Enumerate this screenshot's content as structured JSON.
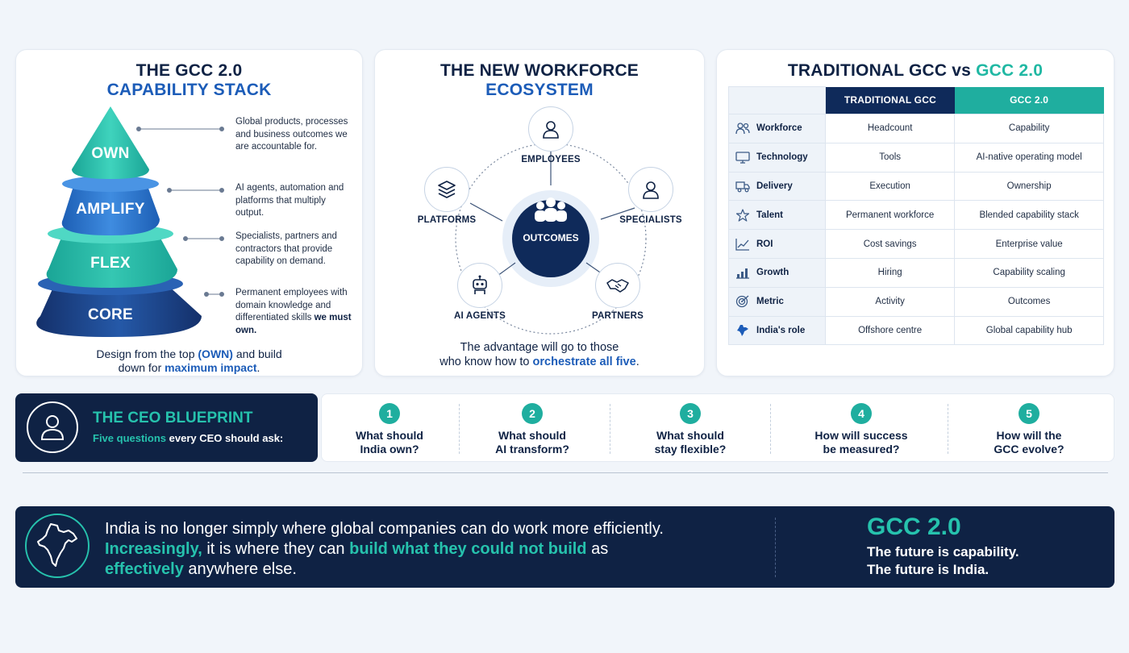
{
  "stack": {
    "title_line1": "THE GCC 2.0",
    "title_line2": "CAPABILITY STACK",
    "layers": [
      {
        "label": "OWN",
        "desc": "Global products, processes and business outcomes we are accountable for.",
        "desc_bold": ""
      },
      {
        "label": "AMPLIFY",
        "desc": "AI agents, automation and platforms that multiply output.",
        "desc_bold": ""
      },
      {
        "label": "FLEX",
        "desc": "Specialists, partners and contractors that provide capability on demand.",
        "desc_bold": ""
      },
      {
        "label": "CORE",
        "desc": "Permanent employees with domain knowledge and differentiated skills",
        "desc_bold": "we must own."
      }
    ],
    "footer_a": "Design from the top ",
    "footer_hl1": "(OWN)",
    "footer_b": " and build",
    "footer_c": "down for ",
    "footer_hl2": "maximum impact",
    "footer_d": "."
  },
  "ecosystem": {
    "title_line1": "THE NEW WORKFORCE",
    "title_line2": "ECOSYSTEM",
    "center": "OUTCOMES",
    "nodes": {
      "employees": "EMPLOYEES",
      "specialists": "SPECIALISTS",
      "partners": "PARTNERS",
      "ai_agents": "AI AGENTS",
      "platforms": "PLATFORMS"
    },
    "footer_line1": "The advantage will go to those",
    "footer_a": "who know how to ",
    "footer_hl": "orchestrate all five",
    "footer_b": "."
  },
  "comparison": {
    "title_a": "TRADITIONAL GCC vs ",
    "title_b": "GCC 2.0",
    "col_traditional": "TRADITIONAL GCC",
    "col_gcc": "GCC 2.0",
    "rows": [
      {
        "label": "Workforce",
        "icon": "people-icon",
        "traditional": "Headcount",
        "gcc": "Capability"
      },
      {
        "label": "Technology",
        "icon": "monitor-icon",
        "traditional": "Tools",
        "gcc": "AI-native operating model"
      },
      {
        "label": "Delivery",
        "icon": "truck-icon",
        "traditional": "Execution",
        "gcc": "Ownership"
      },
      {
        "label": "Talent",
        "icon": "star-icon",
        "traditional": "Permanent workforce",
        "gcc": "Blended capability stack"
      },
      {
        "label": "ROI",
        "icon": "line-chart-icon",
        "traditional": "Cost savings",
        "gcc": "Enterprise value"
      },
      {
        "label": "Growth",
        "icon": "bar-chart-icon",
        "traditional": "Hiring",
        "gcc": "Capability scaling"
      },
      {
        "label": "Metric",
        "icon": "target-icon",
        "traditional": "Activity",
        "gcc": "Outcomes"
      },
      {
        "label": "India's role",
        "icon": "india-map-icon",
        "traditional": "Offshore centre",
        "gcc": "Global capability hub"
      }
    ]
  },
  "ceo": {
    "title": "THE CEO BLUEPRINT",
    "sub_a": "Five questions",
    "sub_b": " every CEO should ask:",
    "questions": [
      {
        "num": "1",
        "line1": "What should",
        "line2": "India own?"
      },
      {
        "num": "2",
        "line1": "What should",
        "line2": "AI transform?"
      },
      {
        "num": "3",
        "line1": "What should",
        "line2": "stay flexible?"
      },
      {
        "num": "4",
        "line1": "How will success",
        "line2": "be measured?"
      },
      {
        "num": "5",
        "line1": "How will the",
        "line2": "GCC evolve?"
      }
    ]
  },
  "banner": {
    "line1": "India is no longer simply where global companies can do work more efficiently.",
    "hl1": "Increasingly,",
    "mid1": " it is where they can ",
    "hl2": "build what they could not build",
    "mid2": " as",
    "hl3": "effectively",
    "end": " anywhere else.",
    "gcc_title": "GCC 2.0",
    "gcc_line1": "The future is capability.",
    "gcc_line2": "The future is India."
  },
  "colors": {
    "navy": "#0f2244",
    "blue": "#1c5cb8",
    "teal": "#20b8a3",
    "background": "#f1f5fa"
  }
}
